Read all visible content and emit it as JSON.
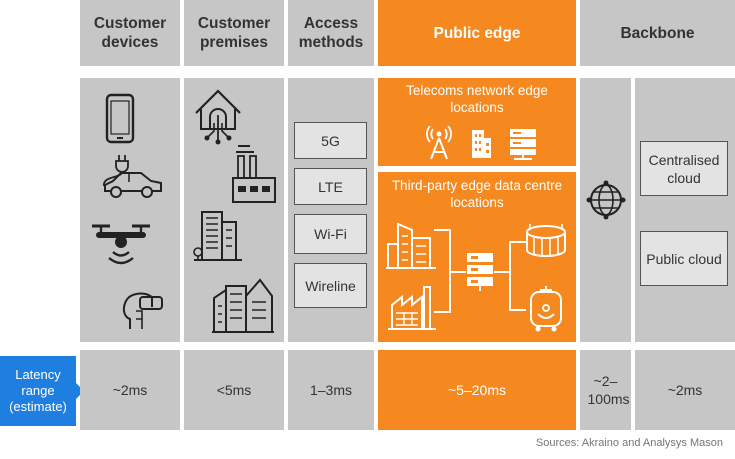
{
  "headers": {
    "customer_devices": "Customer devices",
    "customer_premises": "Customer premises",
    "access_methods": "Access methods",
    "public_edge": "Public edge",
    "backbone": "Backbone"
  },
  "access_methods": [
    "5G",
    "LTE",
    "Wi-Fi",
    "Wireline"
  ],
  "public_edge": {
    "telecoms_label": "Telecoms network edge locations",
    "third_party_label": "Third-party edge data centre locations"
  },
  "backbone": {
    "centralised_cloud": "Centralised cloud",
    "public_cloud": "Public cloud"
  },
  "latency": {
    "tag": "Latency range (estimate)",
    "customer_devices": "~2ms",
    "customer_premises": "<5ms",
    "access_methods": "1–3ms",
    "public_edge": "~5–20ms",
    "backbone_network": "~2–100ms",
    "backbone_cloud": "~2ms"
  },
  "source": "Sources: Akraino and Analysys Mason",
  "colors": {
    "orange": "#f5881f",
    "gray": "#c6c6c6",
    "blue": "#1f7fe0"
  },
  "icons": [
    "smartphone-icon",
    "electric-car-icon",
    "drone-icon",
    "vr-headset-icon",
    "smart-home-icon",
    "factory-icon",
    "office-building-icon",
    "city-buildings-icon",
    "cell-tower-icon",
    "building-icon",
    "server-icon",
    "globe-network-icon",
    "stadium-icon",
    "hotel-icon",
    "robot-icon"
  ]
}
